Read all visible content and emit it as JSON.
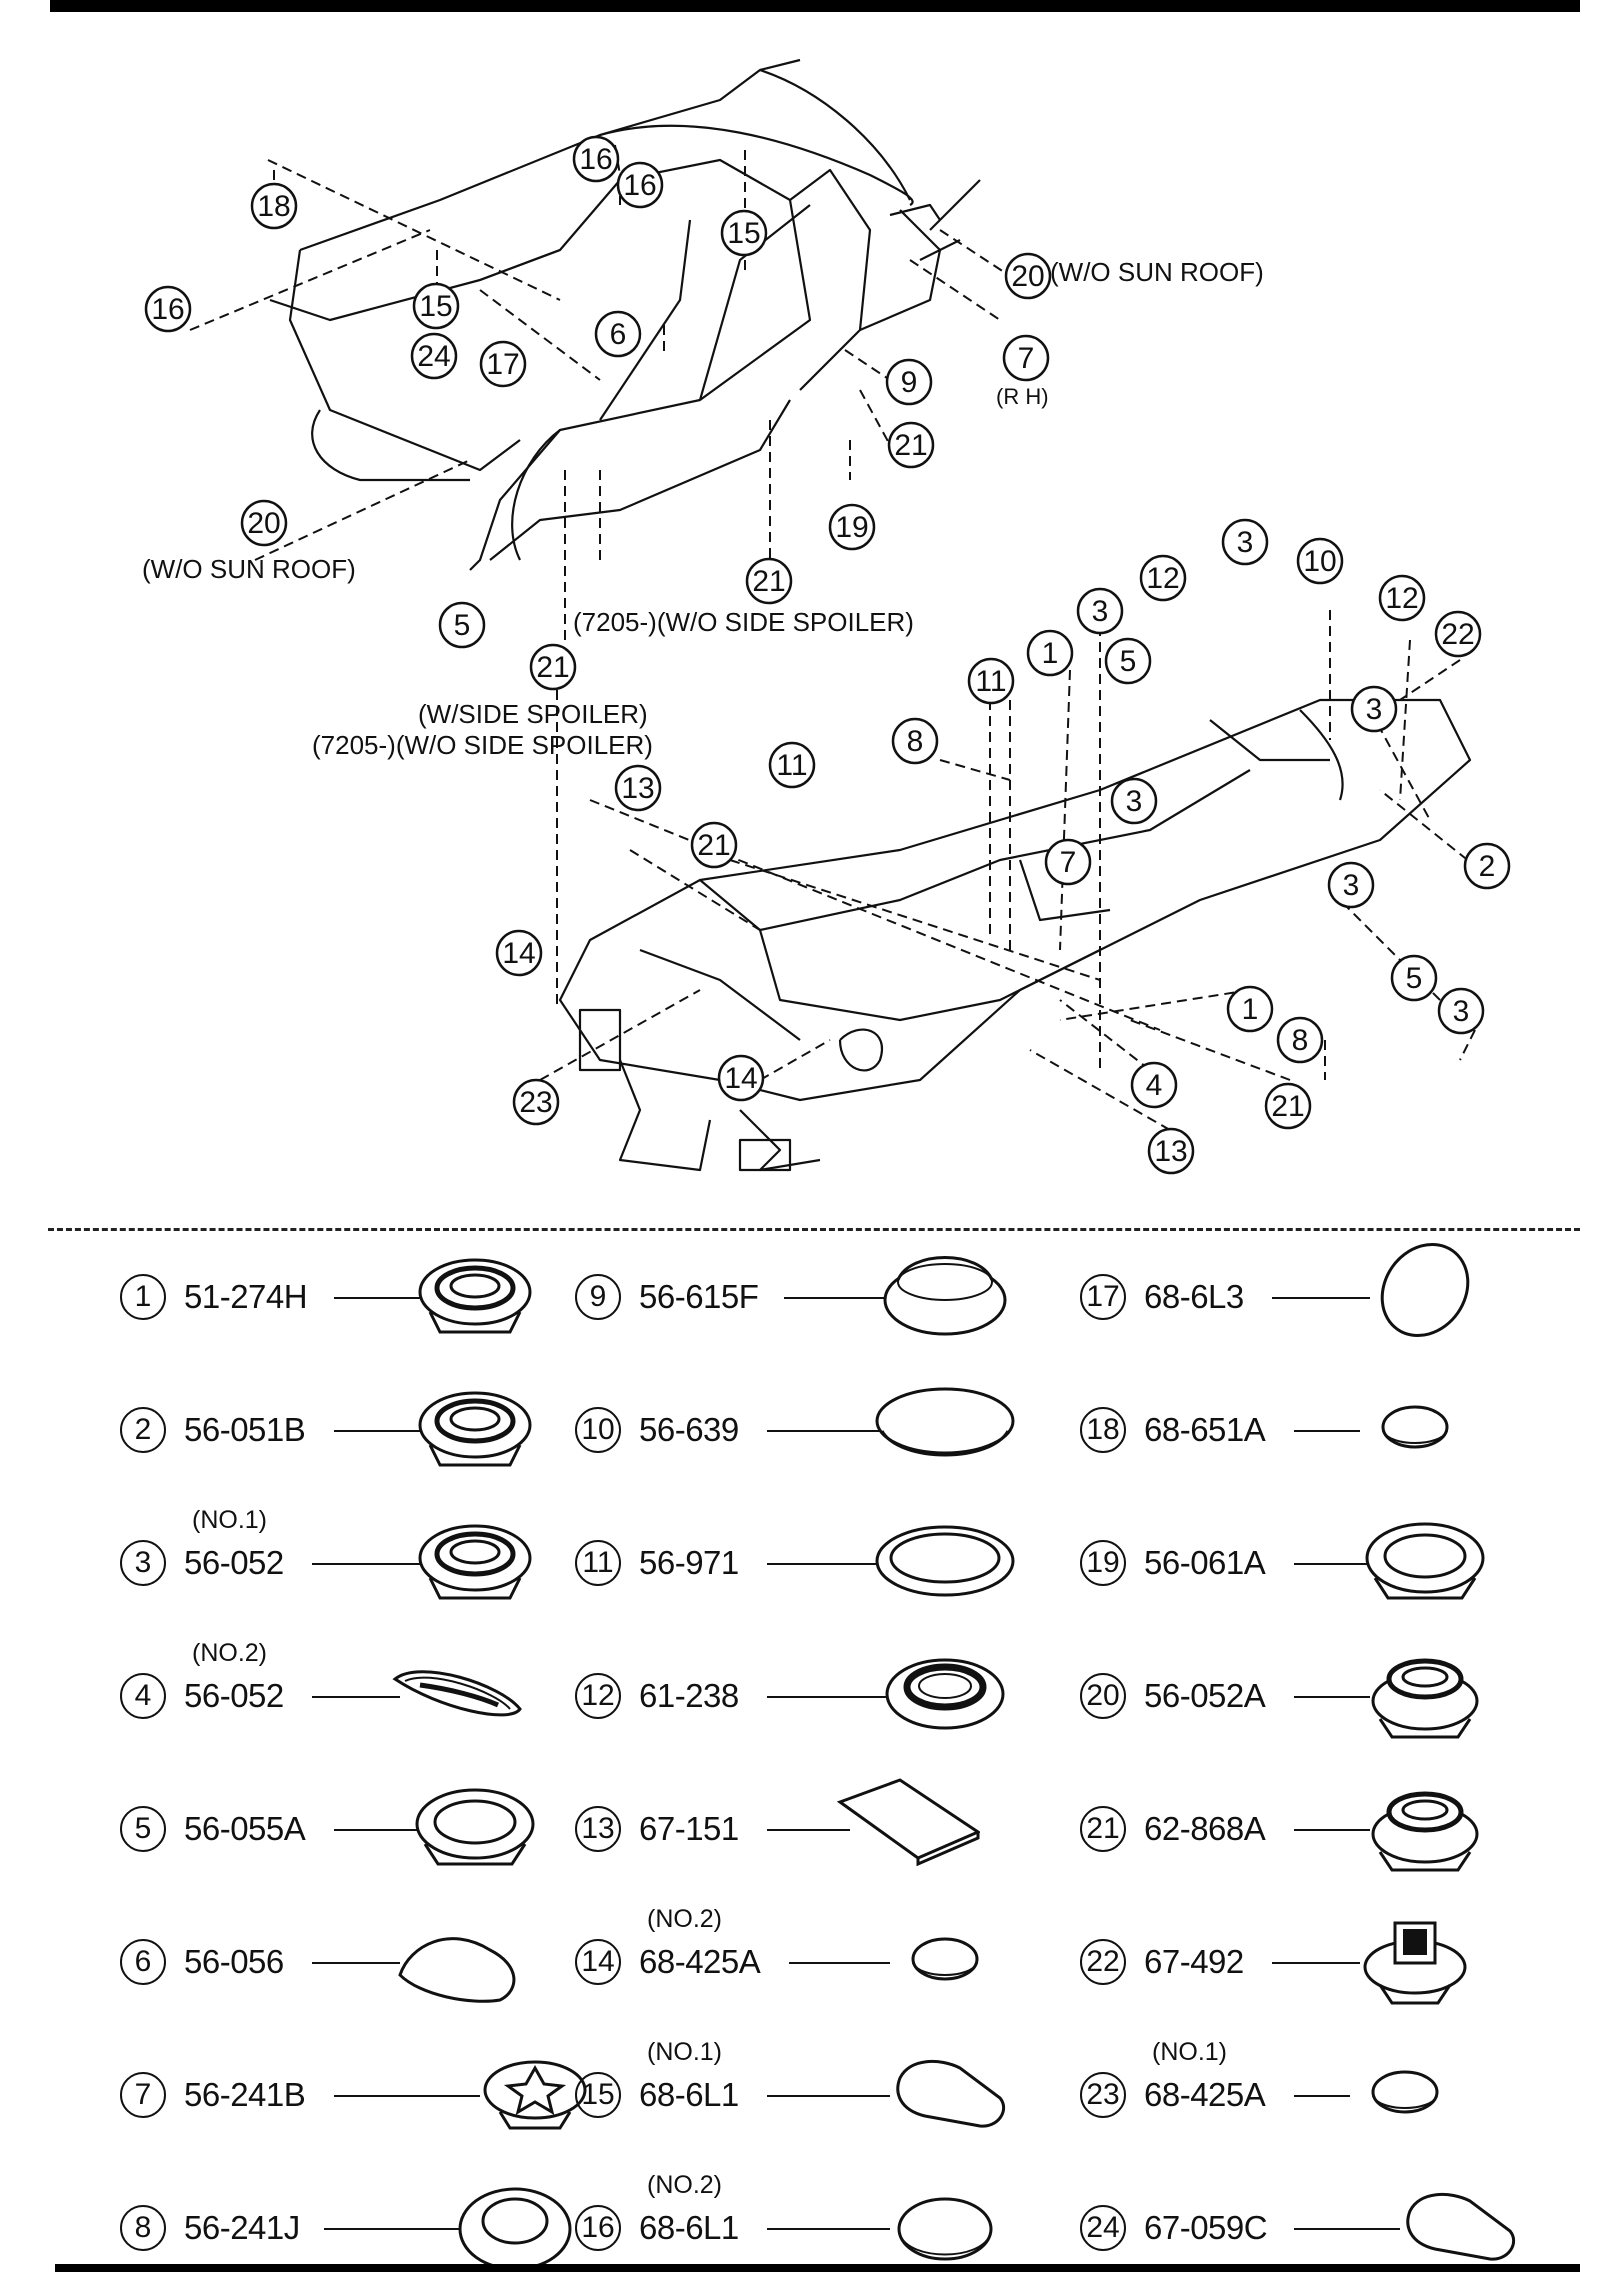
{
  "diagram": {
    "upper_callouts": [
      {
        "label": "18"
      },
      {
        "label": "16"
      },
      {
        "label": "16"
      },
      {
        "label": "16"
      },
      {
        "label": "15"
      },
      {
        "label": "15"
      },
      {
        "label": "24"
      },
      {
        "label": "17"
      },
      {
        "label": "6"
      },
      {
        "label": "20"
      },
      {
        "label": "7"
      },
      {
        "label": "9"
      },
      {
        "label": "21"
      },
      {
        "label": "19"
      },
      {
        "label": "21"
      },
      {
        "label": "20"
      },
      {
        "label": "5"
      },
      {
        "label": "21"
      }
    ],
    "lower_callouts": [
      {
        "label": "3"
      },
      {
        "label": "10"
      },
      {
        "label": "12"
      },
      {
        "label": "3"
      },
      {
        "label": "12"
      },
      {
        "label": "22"
      },
      {
        "label": "1"
      },
      {
        "label": "11"
      },
      {
        "label": "5"
      },
      {
        "label": "3"
      },
      {
        "label": "8"
      },
      {
        "label": "3"
      },
      {
        "label": "13"
      },
      {
        "label": "11"
      },
      {
        "label": "7"
      },
      {
        "label": "2"
      },
      {
        "label": "21"
      },
      {
        "label": "3"
      },
      {
        "label": "14"
      },
      {
        "label": "5"
      },
      {
        "label": "3"
      },
      {
        "label": "1"
      },
      {
        "label": "8"
      },
      {
        "label": "14"
      },
      {
        "label": "4"
      },
      {
        "label": "21"
      },
      {
        "label": "23"
      },
      {
        "label": "13"
      }
    ],
    "notes": {
      "sunroof_right": "(W/O SUN ROOF)",
      "rh": "(R H)",
      "sunroof_left": "(W/O SUN ROOF)",
      "spoiler_a": "(7205-)(W/O SIDE SPOILER)",
      "w_side_spoiler": "(W/SIDE SPOILER)",
      "spoiler_b": "(7205-)(W/O SIDE SPOILER)"
    }
  },
  "legend": [
    {
      "num": "1",
      "code": "51-274H",
      "qualifier": "",
      "shape": "grommet-ring"
    },
    {
      "num": "2",
      "code": "56-051B",
      "qualifier": "",
      "shape": "grommet-ring"
    },
    {
      "num": "3",
      "code": "56-052",
      "qualifier": "(NO.1)",
      "shape": "grommet-ring"
    },
    {
      "num": "4",
      "code": "56-052",
      "qualifier": "(NO.2)",
      "shape": "flat-gasket"
    },
    {
      "num": "5",
      "code": "56-055A",
      "qualifier": "",
      "shape": "open-ring"
    },
    {
      "num": "6",
      "code": "56-056",
      "qualifier": "",
      "shape": "teardrop-pad"
    },
    {
      "num": "7",
      "code": "56-241B",
      "qualifier": "",
      "shape": "star-plug"
    },
    {
      "num": "8",
      "code": "56-241J",
      "qualifier": "",
      "shape": "oval-ring"
    },
    {
      "num": "9",
      "code": "56-615F",
      "qualifier": "",
      "shape": "dome-plug"
    },
    {
      "num": "10",
      "code": "56-639",
      "qualifier": "",
      "shape": "flat-cap"
    },
    {
      "num": "11",
      "code": "56-971",
      "qualifier": "",
      "shape": "large-ring"
    },
    {
      "num": "12",
      "code": "61-238",
      "qualifier": "",
      "shape": "thick-ring"
    },
    {
      "num": "13",
      "code": "67-151",
      "qualifier": "",
      "shape": "rect-pad"
    },
    {
      "num": "14",
      "code": "68-425A",
      "qualifier": "(NO.2)",
      "shape": "small-disc"
    },
    {
      "num": "15",
      "code": "68-6L1",
      "qualifier": "(NO.1)",
      "shape": "rounded-pad"
    },
    {
      "num": "16",
      "code": "68-6L1",
      "qualifier": "(NO.2)",
      "shape": "round-pad"
    },
    {
      "num": "17",
      "code": "68-6L3",
      "qualifier": "",
      "shape": "oval-pad"
    },
    {
      "num": "18",
      "code": "68-651A",
      "qualifier": "",
      "shape": "small-disc"
    },
    {
      "num": "19",
      "code": "56-061A",
      "qualifier": "",
      "shape": "open-ring"
    },
    {
      "num": "20",
      "code": "56-052A",
      "qualifier": "",
      "shape": "grommet-tall"
    },
    {
      "num": "21",
      "code": "62-868A",
      "qualifier": "",
      "shape": "grommet-tall"
    },
    {
      "num": "22",
      "code": "67-492",
      "qualifier": "",
      "shape": "valve-plug"
    },
    {
      "num": "23",
      "code": "68-425A",
      "qualifier": "(NO.1)",
      "shape": "small-disc"
    },
    {
      "num": "24",
      "code": "67-059C",
      "qualifier": "",
      "shape": "rounded-pad"
    }
  ]
}
